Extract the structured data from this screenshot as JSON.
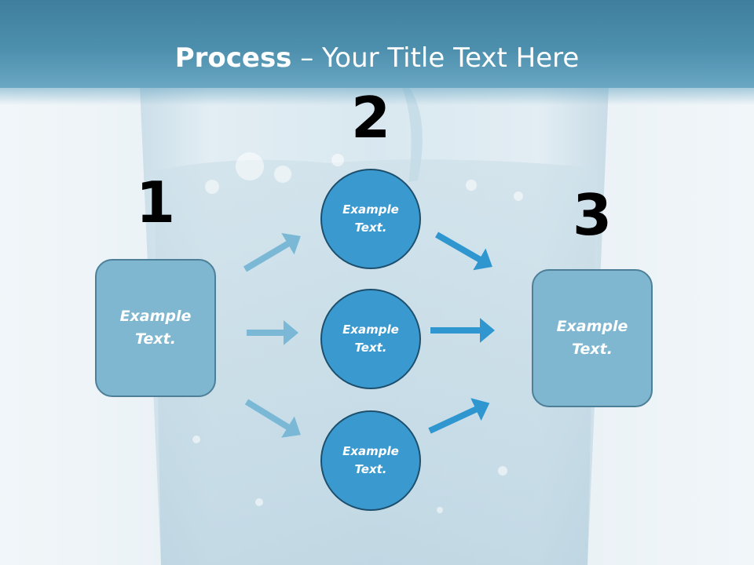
{
  "title": {
    "bold": "Process",
    "rest": " – Your Title Text Here"
  },
  "steps": [
    {
      "number": "1",
      "label": "Example Text."
    },
    {
      "number": "2",
      "items": [
        {
          "label": "Example Text."
        },
        {
          "label": "Example Text."
        },
        {
          "label": "Example Text."
        }
      ]
    },
    {
      "number": "3",
      "label": "Example Text."
    }
  ],
  "colors": {
    "title_bar": "#4c8fad",
    "box_fill": "#7fb7d0",
    "box_border": "#4e7f98",
    "circle_fill": "#3a9ad0",
    "circle_border": "#1d4f6d",
    "arrow_light": "#7ab8d6",
    "arrow_dark": "#2f96cf"
  }
}
